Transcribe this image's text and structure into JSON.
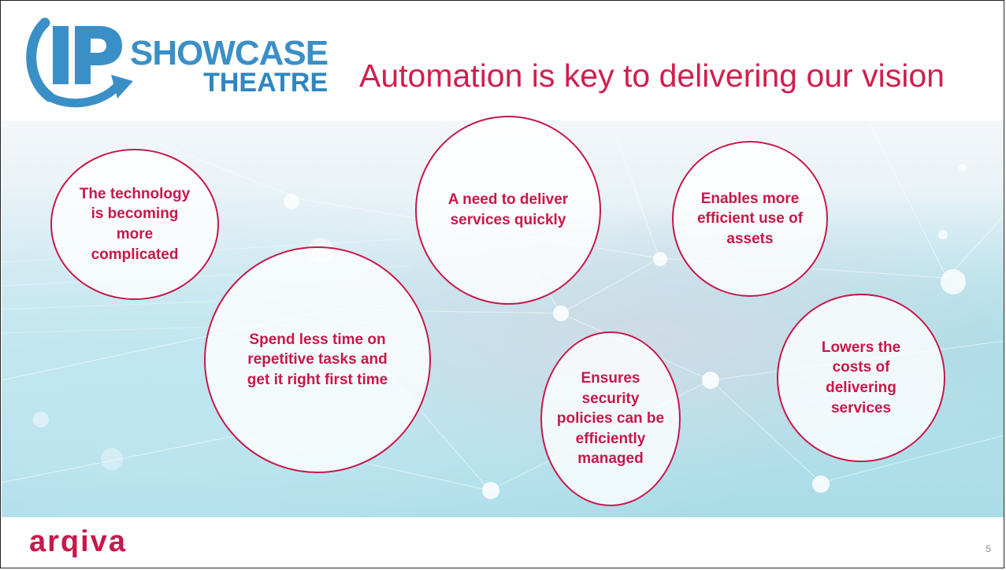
{
  "logo": {
    "mark": "IP",
    "line1": "SHOWCASE",
    "line2": "THEATRE"
  },
  "title": "Automation is key to delivering our vision",
  "bubbles": [
    {
      "text": "The technology is becoming more complicated"
    },
    {
      "text": "Spend less time on repetitive tasks and get it right first time"
    },
    {
      "text": "A need to deliver services quickly"
    },
    {
      "text": "Ensures security policies can be efficiently managed"
    },
    {
      "text": "Enables more efficient use of assets"
    },
    {
      "text": "Lowers the costs of delivering services"
    }
  ],
  "footer": {
    "brand": "arqiva",
    "page_number": "5"
  },
  "colors": {
    "accent": "#c8184a",
    "title": "#d11f4e",
    "logo_blue": "#3b8fc7"
  }
}
